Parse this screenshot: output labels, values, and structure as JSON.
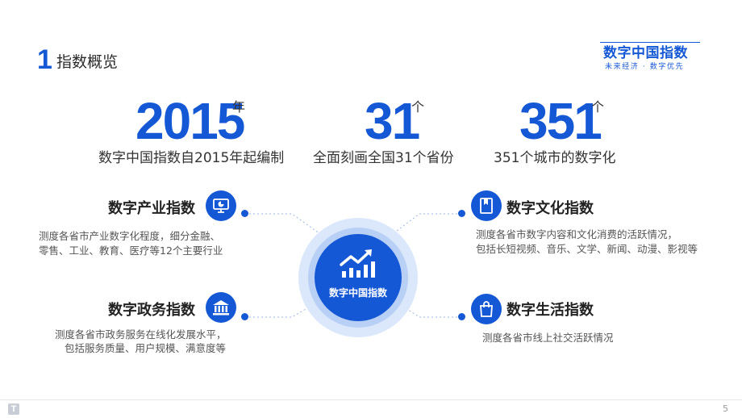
{
  "section": {
    "number": "1",
    "title": "指数概览"
  },
  "brand": {
    "name": "数字中国指数",
    "tagline": "未来经济 · 数字优先"
  },
  "stats": [
    {
      "value": "2015",
      "unit": "年",
      "desc": "数字中国指数自2015年起编制"
    },
    {
      "value": "31",
      "unit": "个",
      "desc": "全面刻画全国31个省份"
    },
    {
      "value": "351",
      "unit": "个",
      "desc": "351个城市的数字化"
    }
  ],
  "features": {
    "industry": {
      "title": "数字产业指数",
      "desc1": "测度各省市产业数字化程度，细分金融、",
      "desc2": "零售、工业、教育、医疗等12个主要行业",
      "icon": "monitor-chart-icon"
    },
    "culture": {
      "title": "数字文化指数",
      "desc1": "测度各省市数字内容和文化消费的活跃情况，",
      "desc2": "包括长短视频、音乐、文学、新闻、动漫、影视等",
      "icon": "book-icon"
    },
    "government": {
      "title": "数字政务指数",
      "desc1": "测度各省市政务服务在线化发展水平，",
      "desc2": "包括服务质量、用户规模、满意度等",
      "icon": "government-building-icon"
    },
    "life": {
      "title": "数字生活指数",
      "desc1": "测度各省市线上社交活跃情况",
      "icon": "shopping-bag-icon"
    }
  },
  "hub": {
    "label": "数字中国指数",
    "icon": "trend-chart-icon"
  },
  "footer": {
    "logo": "T",
    "page": "5"
  },
  "colors": {
    "accent": "#1558d6"
  }
}
